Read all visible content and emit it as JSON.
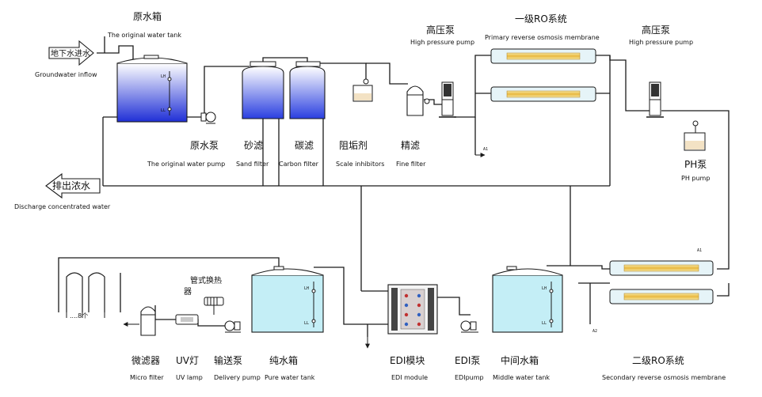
{
  "labels": {
    "raw_tank_zh": "原水箱",
    "raw_tank_en": "The original water tank",
    "inflow_box": "地下水进水",
    "inflow_en": "Groundwater inflow",
    "raw_pump_zh": "原水泵",
    "raw_pump_en": "The original water pump",
    "sand_zh": "砂滤",
    "sand_en": "Sand filter",
    "carbon_zh": "碳滤",
    "carbon_en": "Carbon filter",
    "scale_zh": "阻垢剂",
    "scale_en": "Scale inhibitors",
    "fine_zh": "精滤",
    "fine_en": "Fine filter",
    "hp1_zh": "高压泵",
    "hp1_en": "High pressure pump",
    "ro1_zh": "一级RO系统",
    "ro1_en": "Primary reverse osmosis membrane",
    "hp2_zh": "高压泵",
    "hp2_en": "High pressure pump",
    "ph_zh": "PH泵",
    "ph_en": "PH pump",
    "discharge_box": "排出浓水",
    "discharge_en": "Discharge concentrated water",
    "hx_zh_1": "管式换热",
    "hx_zh_2": "器",
    "micro_zh": "微滤器",
    "micro_en": "Micro filter",
    "uv_zh": "UV灯",
    "uv_en": "UV lamp",
    "delivery_zh": "输送泵",
    "delivery_en": "Delivery pump",
    "pure_zh": "纯水箱",
    "pure_en": "Pure water tank",
    "edi_zh": "EDI模块",
    "edi_en": "EDI module",
    "edipump_zh": "EDI泵",
    "edipump_en": "EDIpump",
    "mid_zh": "中间水箱",
    "mid_en": "Middle water tank",
    "ro2_zh": "二级RO系统",
    "ro2_en": "Secondary reverse osmosis membrane",
    "users": "....8个",
    "lh": "LH",
    "ll": "LL",
    "a1": "A1",
    "a1b": "A1",
    "a2": "A2"
  },
  "colors": {
    "raw_water_top": "#ffffff",
    "raw_water_bottom": "#1f2fd6",
    "pure_water": "#c4eef6",
    "filter_water": "#2a3fe0",
    "membrane_core": "#f0d060",
    "membrane_tube": "#e6f4f8",
    "chem": "#f3e2c4"
  }
}
